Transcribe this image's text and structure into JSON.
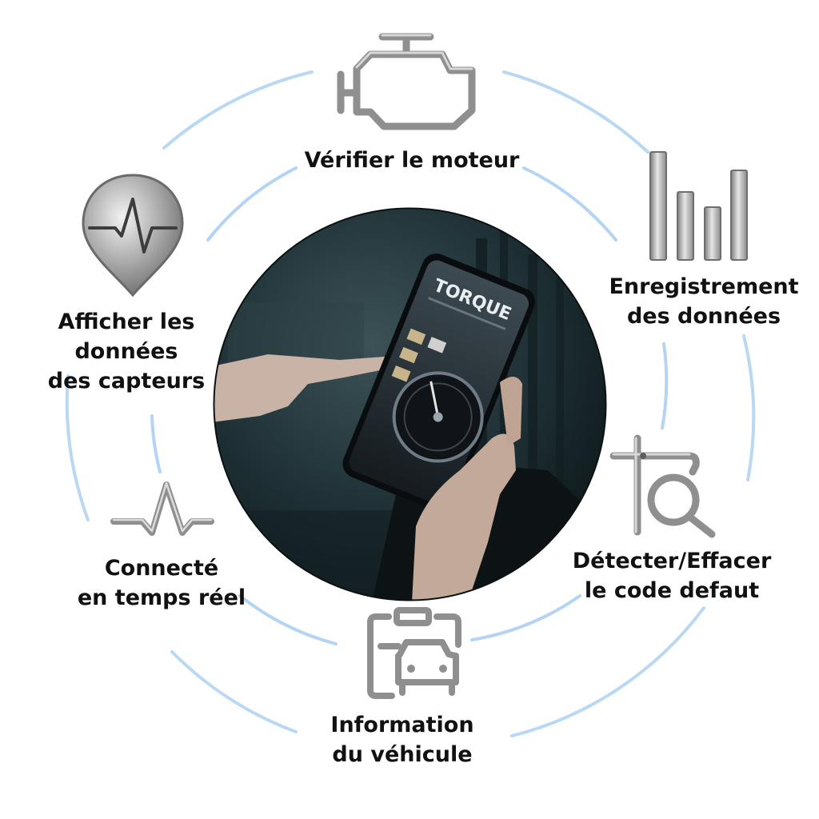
{
  "features": {
    "check_engine": "Vérifier le moteur",
    "data_logging": [
      "Enregistrement",
      "des données"
    ],
    "fault_codes": [
      "Détecter/Effacer",
      "le code defaut"
    ],
    "vehicle_info": [
      "Information",
      "du véhicule"
    ],
    "realtime": [
      "Connecté",
      "en temps réel"
    ],
    "sensor_data": [
      "Afficher les",
      "données",
      "des capteurs"
    ]
  },
  "phone": {
    "brand": "TORQUE"
  },
  "colors": {
    "ring": "#a9cdf1",
    "icon_metal": "#a9a9a9",
    "label_text": "#111111",
    "photo_dark": "#1f3136"
  }
}
